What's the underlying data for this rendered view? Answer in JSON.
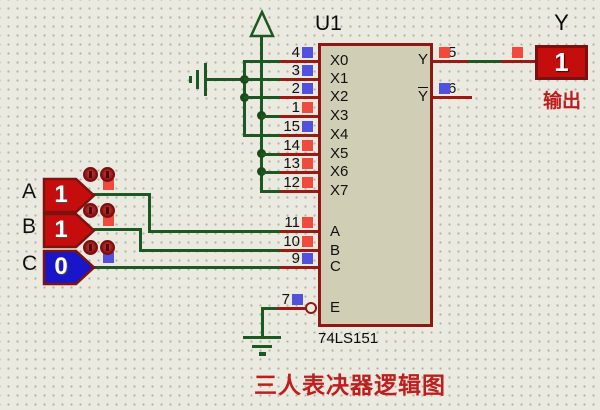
{
  "title": {
    "caption": "三人表决器逻辑图"
  },
  "chip": {
    "ref": "U1",
    "part": "74LS151",
    "left_pins": [
      {
        "num": "4",
        "label": "X0",
        "state": "0"
      },
      {
        "num": "3",
        "label": "X1",
        "state": "0"
      },
      {
        "num": "2",
        "label": "X2",
        "state": "0"
      },
      {
        "num": "1",
        "label": "X3",
        "state": "1"
      },
      {
        "num": "15",
        "label": "X4",
        "state": "0"
      },
      {
        "num": "14",
        "label": "X5",
        "state": "1"
      },
      {
        "num": "13",
        "label": "X6",
        "state": "1"
      },
      {
        "num": "12",
        "label": "X7",
        "state": "1"
      },
      {
        "num": "11",
        "label": "A",
        "state": "1"
      },
      {
        "num": "10",
        "label": "B",
        "state": "1"
      },
      {
        "num": "9",
        "label": "C",
        "state": "0"
      },
      {
        "num": "7",
        "label": "E",
        "state": "0"
      }
    ],
    "right_pins": [
      {
        "num": "5",
        "label": "Y",
        "state": "1",
        "overline": false
      },
      {
        "num": "6",
        "label": "Y",
        "state": "0",
        "overline": true
      }
    ]
  },
  "inputs": [
    {
      "name": "A",
      "value": "1",
      "state": "1"
    },
    {
      "name": "B",
      "value": "1",
      "state": "1"
    },
    {
      "name": "C",
      "value": "0",
      "state": "0"
    }
  ],
  "output": {
    "name": "Y",
    "probe_value": "1",
    "caption": "输出",
    "probe_pin_state": "1"
  },
  "icons": [
    "power-arrow-icon",
    "ground-icon",
    "toggle-button-icon",
    "junction-dot",
    "not-bubble-icon"
  ],
  "colors": {
    "background": "#eaeae0",
    "wire_green": "#1d5721",
    "pin_maroon": "#9b1a14",
    "state_high": "#ee4a3e",
    "state_low": "#5251dd",
    "chip_fill": "#d1ceb6",
    "chip_border": "#8f1813",
    "logic_high_fill": "#c60d0d",
    "logic_low_fill": "#1816c8",
    "title_red": "#bf1e1e"
  }
}
